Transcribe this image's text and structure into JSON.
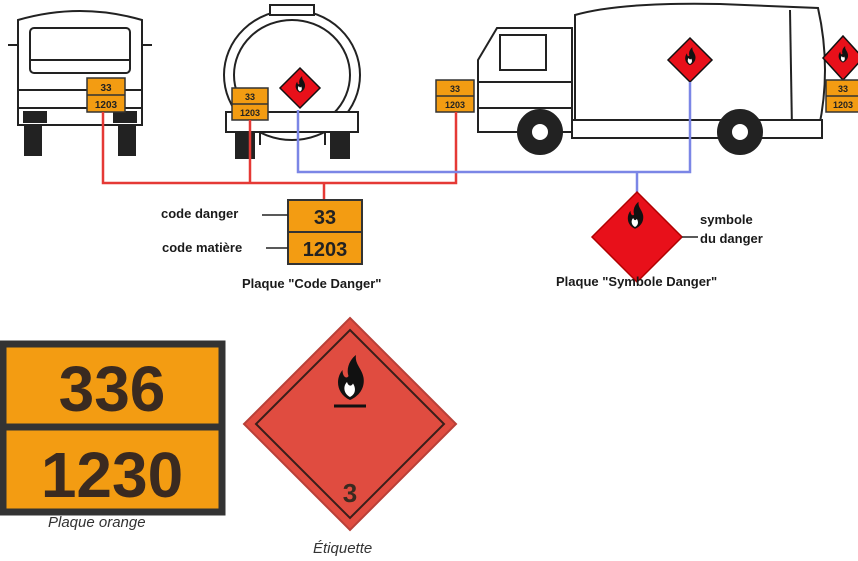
{
  "vehicles": {
    "front_plate": {
      "code": "33",
      "matter": "1203"
    },
    "rear_plate": {
      "code": "33",
      "matter": "1203"
    },
    "side_plate": {
      "code": "33",
      "matter": "1203"
    },
    "edge_plate": {
      "code": "33",
      "matter": "1203"
    }
  },
  "code_plate": {
    "label_danger": "code danger",
    "label_matter": "code matière",
    "code": "33",
    "matter": "1203",
    "caption": "Plaque \"Code Danger\""
  },
  "symbol_plate": {
    "label": "symbole du danger",
    "label_line1": "symbole",
    "label_line2": "du danger",
    "caption": "Plaque \"Symbole Danger\""
  },
  "orange_plate": {
    "top": "336",
    "bottom": "1230",
    "caption": "Plaque orange"
  },
  "label_sign": {
    "number": "3",
    "caption": "Étiquette"
  },
  "colors": {
    "orange": "#f39c12",
    "red": "#e8101a",
    "red_line": "#e53935",
    "blue_line": "#7b86e6",
    "label_red": "#e04c40",
    "plate_border": "#333333"
  }
}
